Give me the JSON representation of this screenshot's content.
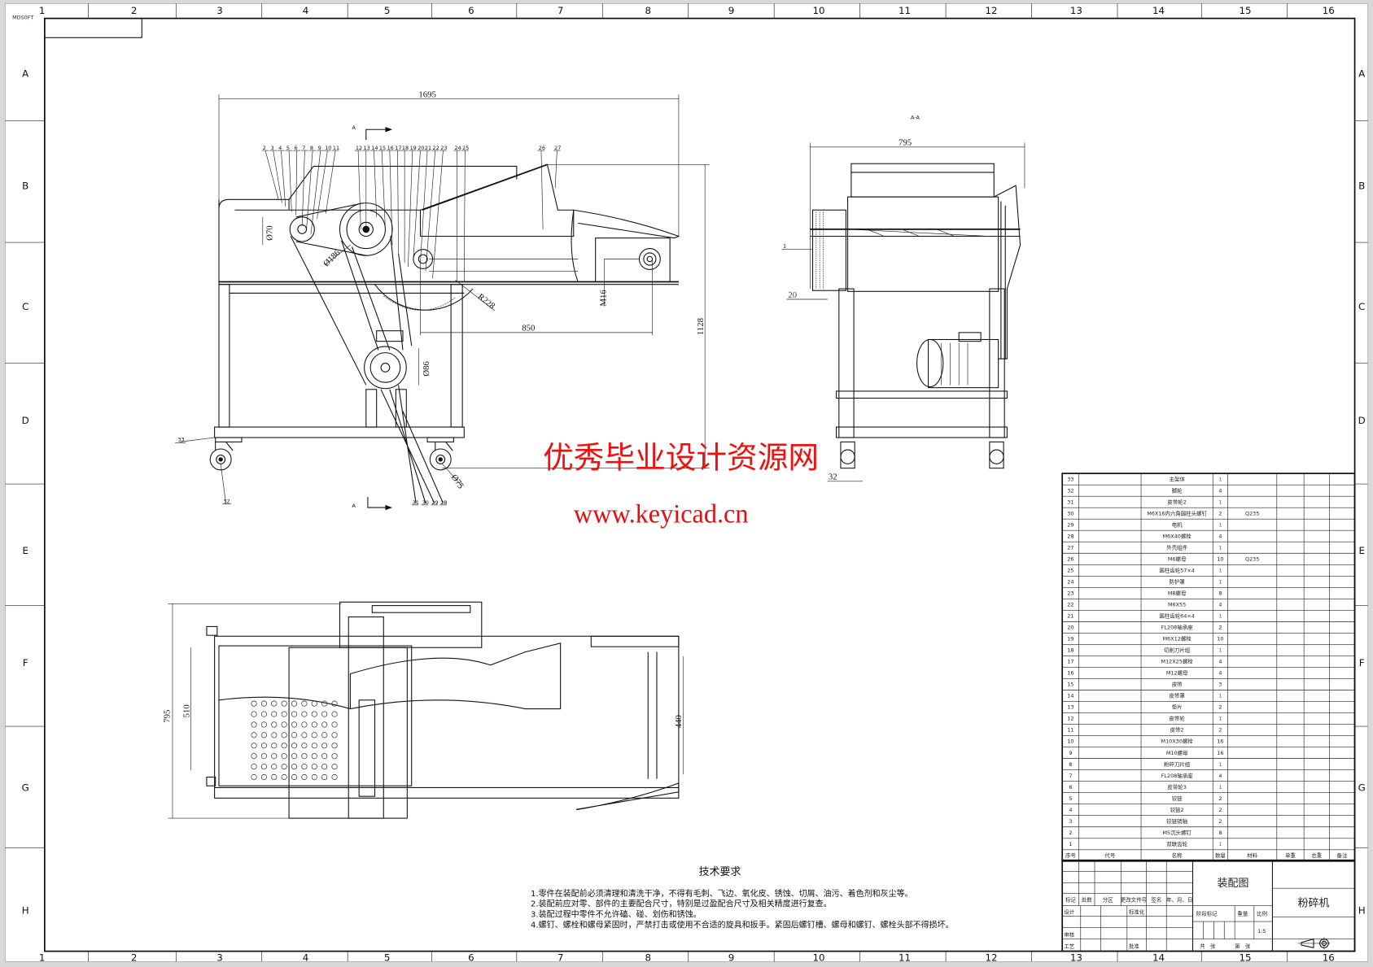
{
  "sheet": {
    "corner_code": "MDS0FT",
    "column_labels": [
      "1",
      "2",
      "3",
      "4",
      "5",
      "6",
      "7",
      "8",
      "9",
      "10",
      "11",
      "12",
      "13",
      "14",
      "15",
      "16"
    ],
    "row_labels": [
      "A",
      "B",
      "C",
      "D",
      "E",
      "F",
      "G",
      "H"
    ]
  },
  "front_view": {
    "section_mark": "A",
    "dimensions": {
      "overall_length": "1695",
      "overall_height": "1128",
      "motor_offset": "850",
      "small_pulley_dia": "Ø70",
      "large_pulley_dia": "Ø186",
      "gear_radius": "R228",
      "bolt": "M16",
      "motor_pulley_dia": "Ø86",
      "caster_dia": "Ø75"
    },
    "balloons_top": [
      "2",
      "3",
      "4",
      "5",
      "6",
      "7",
      "8",
      "9",
      "10",
      "11",
      "12",
      "13",
      "14",
      "15",
      "16",
      "17",
      "18",
      "19",
      "20",
      "21",
      "22",
      "23",
      "24",
      "25",
      "26",
      "27"
    ],
    "balloons_bottom": [
      "31",
      "30",
      "29",
      "28"
    ],
    "balloon_left": "33",
    "balloon_caster": "32"
  },
  "side_view": {
    "section_label": "A-A",
    "balloon": "1",
    "dimensions": {
      "width": "795",
      "offset": "20",
      "caster_offset": "32"
    }
  },
  "top_view": {
    "dimensions": {
      "overall_width": "795",
      "inner_width": "510",
      "conveyor_width": "440"
    }
  },
  "watermark": {
    "line1": "优秀毕业设计资源网",
    "line2": "www.keyicad.cn"
  },
  "technical_requirements": {
    "title": "技术要求",
    "items": [
      "1.零件在装配前必须清理和清洗干净，不得有毛刺、飞边、氧化皮、锈蚀、切屑、油污、着色剂和灰尘等。",
      "2.装配前应对零、部件的主要配合尺寸，特别是过盈配合尺寸及相关精度进行复查。",
      "3.装配过程中零件不允许磕、碰、划伤和锈蚀。",
      "4.螺钉、螺栓和螺母紧固时，严禁打击或使用不合适的旋具和扳手。紧固后螺钉槽、螺母和螺钉、螺栓头部不得损坏。"
    ]
  },
  "bom": {
    "headers": [
      "序号",
      "代号",
      "名称",
      "数量",
      "材料",
      "单重",
      "总重",
      "备注"
    ],
    "rows": [
      {
        "no": "33",
        "code": "",
        "name": "主架体",
        "qty": "1",
        "material": ""
      },
      {
        "no": "32",
        "code": "",
        "name": "脚轮",
        "qty": "4",
        "material": ""
      },
      {
        "no": "31",
        "code": "",
        "name": "皮带轮2",
        "qty": "1",
        "material": ""
      },
      {
        "no": "30",
        "code": "",
        "name": "M6X16内六角圆柱头螺钉",
        "qty": "2",
        "material": "Q235"
      },
      {
        "no": "29",
        "code": "",
        "name": "电机",
        "qty": "1",
        "material": ""
      },
      {
        "no": "28",
        "code": "",
        "name": "M6X40螺栓",
        "qty": "4",
        "material": ""
      },
      {
        "no": "27",
        "code": "",
        "name": "外壳组件",
        "qty": "1",
        "material": ""
      },
      {
        "no": "26",
        "code": "",
        "name": "M6螺母",
        "qty": "10",
        "material": "Q235"
      },
      {
        "no": "25",
        "code": "",
        "name": "圆柱齿轮57×4",
        "qty": "1",
        "material": ""
      },
      {
        "no": "24",
        "code": "",
        "name": "防护罩",
        "qty": "1",
        "material": ""
      },
      {
        "no": "23",
        "code": "",
        "name": "M8螺母",
        "qty": "8",
        "material": ""
      },
      {
        "no": "22",
        "code": "",
        "name": "M6X55",
        "qty": "4",
        "material": ""
      },
      {
        "no": "21",
        "code": "",
        "name": "圆柱齿轮64×4",
        "qty": "1",
        "material": ""
      },
      {
        "no": "20",
        "code": "",
        "name": "FL208轴承座",
        "qty": "2",
        "material": ""
      },
      {
        "no": "19",
        "code": "",
        "name": "M6X12螺栓",
        "qty": "10",
        "material": ""
      },
      {
        "no": "18",
        "code": "",
        "name": "切削刀片组",
        "qty": "1",
        "material": ""
      },
      {
        "no": "17",
        "code": "",
        "name": "M12X25螺栓",
        "qty": "4",
        "material": ""
      },
      {
        "no": "16",
        "code": "",
        "name": "M12螺母",
        "qty": "4",
        "material": ""
      },
      {
        "no": "15",
        "code": "",
        "name": "皮带",
        "qty": "3",
        "material": ""
      },
      {
        "no": "14",
        "code": "",
        "name": "皮带罩",
        "qty": "1",
        "material": ""
      },
      {
        "no": "13",
        "code": "",
        "name": "垫片",
        "qty": "2",
        "material": ""
      },
      {
        "no": "12",
        "code": "",
        "name": "皮带轮",
        "qty": "1",
        "material": ""
      },
      {
        "no": "11",
        "code": "",
        "name": "皮带2",
        "qty": "2",
        "material": ""
      },
      {
        "no": "10",
        "code": "",
        "name": "M10X30螺栓",
        "qty": "16",
        "material": ""
      },
      {
        "no": "9",
        "code": "",
        "name": "M10螺母",
        "qty": "16",
        "material": ""
      },
      {
        "no": "8",
        "code": "",
        "name": "粉碎刀片组",
        "qty": "1",
        "material": ""
      },
      {
        "no": "7",
        "code": "",
        "name": "FL208轴承座",
        "qty": "4",
        "material": ""
      },
      {
        "no": "6",
        "code": "",
        "name": "皮带轮3",
        "qty": "1",
        "material": ""
      },
      {
        "no": "5",
        "code": "",
        "name": "铰链",
        "qty": "2",
        "material": ""
      },
      {
        "no": "4",
        "code": "",
        "name": "铰链2",
        "qty": "2",
        "material": ""
      },
      {
        "no": "3",
        "code": "",
        "name": "铰链销轴",
        "qty": "2",
        "material": ""
      },
      {
        "no": "2",
        "code": "",
        "name": "M5沉头螺钉",
        "qty": "8",
        "material": ""
      },
      {
        "no": "1",
        "code": "",
        "name": "双联齿轮",
        "qty": "1",
        "material": ""
      }
    ]
  },
  "title_block": {
    "drawing_type": "装配图",
    "part_name": "粉碎机",
    "revision_headers": [
      "标记",
      "处数",
      "分区",
      "更改文件号",
      "签名",
      "年、月、日"
    ],
    "design": "设计",
    "standardization": "标准化",
    "review": "审核",
    "process": "工艺",
    "approve": "批准",
    "stage_mark": "阶段标记",
    "weight": "重量",
    "scale_label": "比例",
    "scale": "1:5",
    "sheets_total": "共　张",
    "sheet_no": "第　张",
    "projection_symbol": "first-angle-projection-icon"
  }
}
